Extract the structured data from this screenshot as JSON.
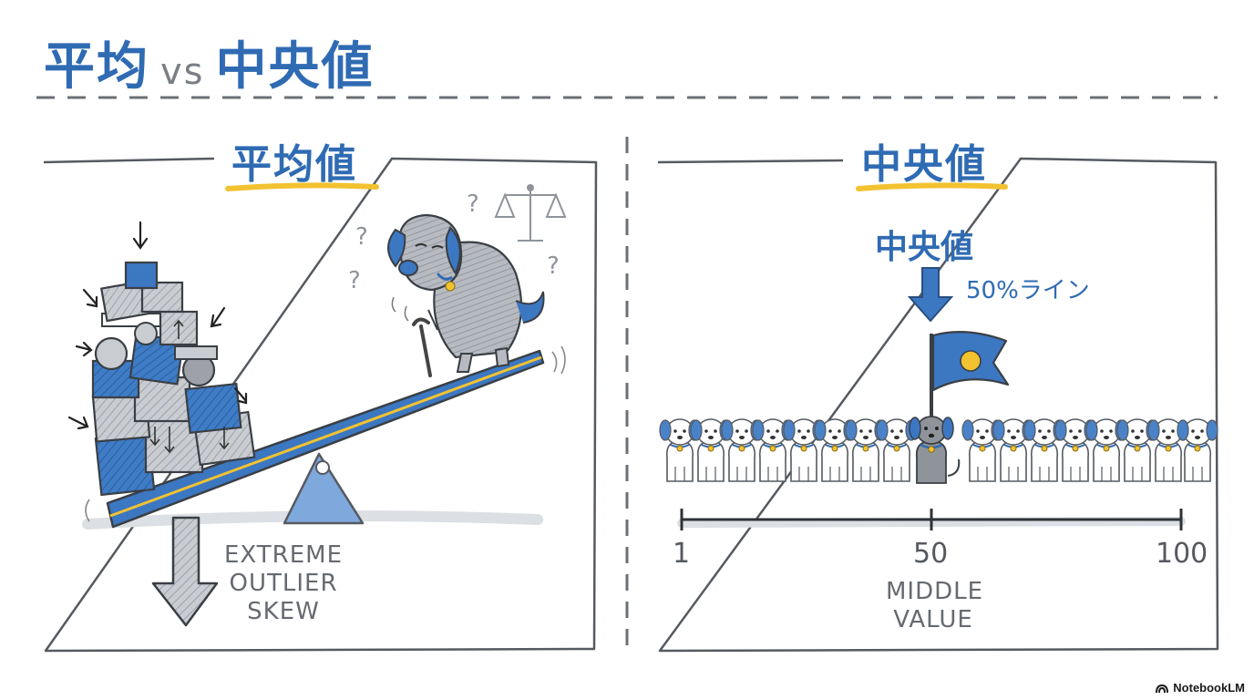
{
  "header": {
    "title_left": "平均",
    "title_vs": "vs",
    "title_right": "中央値"
  },
  "left_panel": {
    "title": "平均値",
    "annotation_lines": [
      "EXTREME",
      "OUTLIER",
      "SKEW"
    ]
  },
  "right_panel": {
    "title": "中央値",
    "marker_label": "中央値",
    "marker_sublabel": "50%ライン",
    "axis_ticks": [
      "1",
      "50",
      "100"
    ],
    "middle_lines": [
      "MIDDLE",
      "VALUE"
    ]
  },
  "footer": {
    "brand": "NotebookLM"
  },
  "colors": {
    "accent_blue": "#2f6bb3",
    "highlight_yellow": "#f2c230",
    "ink_gray": "#555a60",
    "dog_gray": "#8f949b"
  },
  "icons": [
    "seesaw-icon",
    "box-pile-icon",
    "old-dog-icon",
    "scale-icon",
    "flag-icon",
    "dog-row-icon",
    "down-arrow-icon"
  ]
}
